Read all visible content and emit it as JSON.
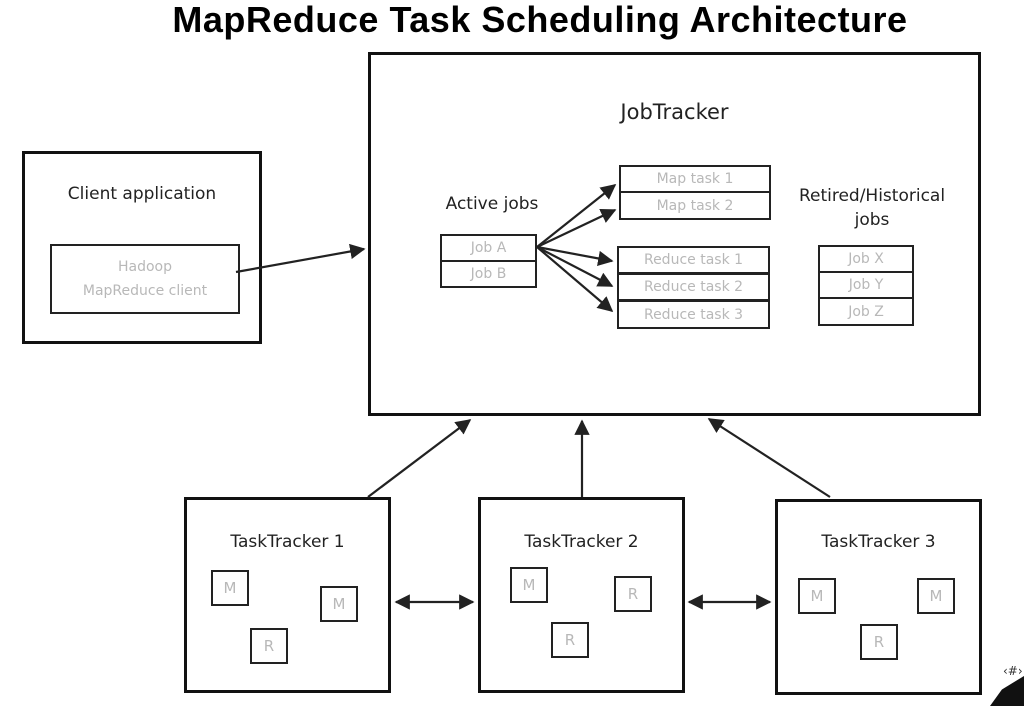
{
  "title": "MapReduce Task Scheduling Architecture",
  "client": {
    "heading": "Client application",
    "inner": "Hadoop\nMapReduce client"
  },
  "jobtracker": {
    "heading": "JobTracker",
    "active_jobs_label": "Active jobs",
    "active_jobs": [
      "Job A",
      "Job B"
    ],
    "map_tasks": [
      "Map task 1",
      "Map task 2"
    ],
    "reduce_tasks": [
      "Reduce task 1",
      "Reduce task 2",
      "Reduce task 3"
    ],
    "retired_label": "Retired/Historical\njobs",
    "retired_jobs": [
      "Job X",
      "Job Y",
      "Job Z"
    ]
  },
  "tasktrackers": [
    {
      "label": "TaskTracker 1",
      "slots": [
        "M",
        "M",
        "R"
      ]
    },
    {
      "label": "TaskTracker 2",
      "slots": [
        "M",
        "R",
        "R"
      ]
    },
    {
      "label": "TaskTracker 3",
      "slots": [
        "M",
        "M",
        "R"
      ]
    }
  ],
  "corner_mark": "‹#›"
}
